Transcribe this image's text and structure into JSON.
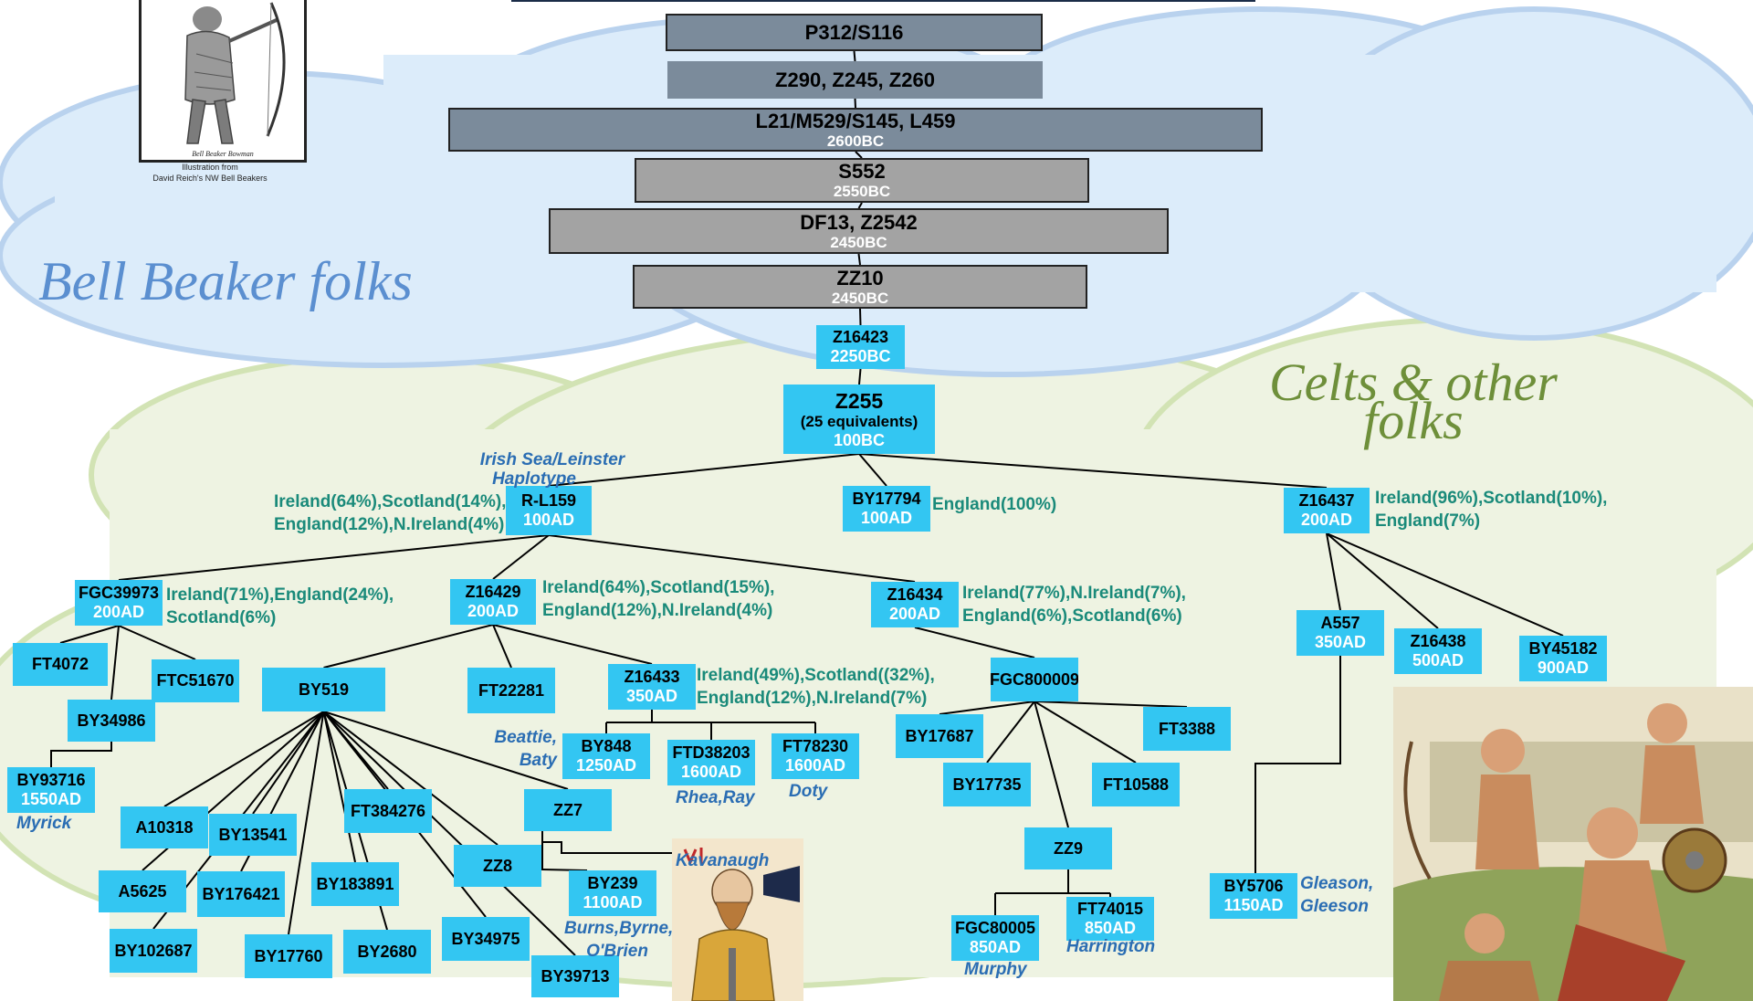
{
  "titles": {
    "bell_beaker": "Bell Beaker folks",
    "celts_line1": "Celts & other",
    "celts_line2": "folks"
  },
  "illustration": {
    "inset_label": "Bell Beaker Bowman",
    "caption_line1": "Illustration from",
    "caption_line2": "David Reich's NW Bell Beakers"
  },
  "colors": {
    "node_fill": "#33c6f2",
    "upper_node_fill": "#7b8b9b",
    "mid_node_fill": "#a3a3a3",
    "distribution_text": "#1a8a7a",
    "surname_text": "#2a6db3",
    "bell_beaker_cloud": "#dcecfa",
    "celts_cloud": "#eef3e2"
  },
  "nodes": {
    "p312": {
      "name": "P312/S116"
    },
    "z290": {
      "name": "Z290, Z245, Z260"
    },
    "l21": {
      "name": "L21/M529/S145, L459",
      "date": "2600BC"
    },
    "s552": {
      "name": "S552",
      "date": "2550BC"
    },
    "df13": {
      "name": "DF13, Z2542",
      "date": "2450BC"
    },
    "zz10": {
      "name": "ZZ10",
      "date": "2450BC"
    },
    "z16423": {
      "name": "Z16423",
      "date": "2250BC"
    },
    "z255": {
      "name": "Z255",
      "equiv": "(25 equivalents)",
      "date": "100BC"
    },
    "rl159": {
      "name": "R-L159",
      "date": "100AD"
    },
    "by17794": {
      "name": "BY17794",
      "date": "100AD"
    },
    "z16437": {
      "name": "Z16437",
      "date": "200AD"
    },
    "fgc39973": {
      "name": "FGC39973",
      "date": "200AD"
    },
    "z16429": {
      "name": "Z16429",
      "date": "200AD"
    },
    "z16434": {
      "name": "Z16434",
      "date": "200AD"
    },
    "a557": {
      "name": "A557",
      "date": "350AD"
    },
    "z16438": {
      "name": "Z16438",
      "date": "500AD"
    },
    "by45182": {
      "name": "BY45182",
      "date": "900AD"
    },
    "ft4072": {
      "name": "FT4072"
    },
    "ftc51670": {
      "name": "FTC51670"
    },
    "by34986": {
      "name": "BY34986"
    },
    "by93716": {
      "name": "BY93716",
      "date": "1550AD"
    },
    "by519": {
      "name": "BY519"
    },
    "ft22281": {
      "name": "FT22281"
    },
    "z16433": {
      "name": "Z16433",
      "date": "350AD"
    },
    "fgc800009": {
      "name": "FGC800009"
    },
    "by848": {
      "name": "BY848",
      "date": "1250AD"
    },
    "ftd38203": {
      "name": "FTD38203",
      "date": "1600AD"
    },
    "ft78230": {
      "name": "FT78230",
      "date": "1600AD"
    },
    "by17687": {
      "name": "BY17687"
    },
    "ft3388": {
      "name": "FT3388"
    },
    "by17735": {
      "name": "BY17735"
    },
    "ft10588": {
      "name": "FT10588"
    },
    "zz9": {
      "name": "ZZ9"
    },
    "fgc80005": {
      "name": "FGC80005",
      "date": "850AD"
    },
    "ft74015": {
      "name": "FT74015",
      "date": "850AD"
    },
    "a10318": {
      "name": "A10318"
    },
    "by13541": {
      "name": "BY13541"
    },
    "ft384276": {
      "name": "FT384276"
    },
    "zz7": {
      "name": "ZZ7"
    },
    "a5625": {
      "name": "A5625"
    },
    "by176421": {
      "name": "BY176421"
    },
    "by183891": {
      "name": "BY183891"
    },
    "zz8": {
      "name": "ZZ8"
    },
    "by239": {
      "name": "BY239",
      "date": "1100AD"
    },
    "by102687": {
      "name": "BY102687"
    },
    "by17760": {
      "name": "BY17760"
    },
    "by2680": {
      "name": "BY2680"
    },
    "by34975": {
      "name": "BY34975"
    },
    "by39713": {
      "name": "BY39713"
    },
    "by5706": {
      "name": "BY5706",
      "date": "1150AD"
    }
  },
  "distributions": {
    "rl159": {
      "line1": "Ireland(64%),Scotland(14%),",
      "line2": "England(12%),N.Ireland(4%)"
    },
    "by17794": {
      "line1": "England(100%)"
    },
    "z16437": {
      "line1": "Ireland(96%),Scotland(10%),",
      "line2": "England(7%)"
    },
    "fgc39973": {
      "line1": "Ireland(71%),England(24%),",
      "line2": "Scotland(6%)"
    },
    "z16429": {
      "line1": "Ireland(64%),Scotland(15%),",
      "line2": "England(12%),N.Ireland(4%)"
    },
    "z16434": {
      "line1": "Ireland(77%),N.Ireland(7%),",
      "line2": "England(6%),Scotland(6%)"
    },
    "z16433": {
      "line1": "Ireland(49%),Scotland((32%),",
      "line2": "England(12%),N.Ireland(7%)"
    }
  },
  "labels": {
    "haplotype_line1": "Irish Sea/Leinster",
    "haplotype_line2": "Haplotype",
    "beattie_line1": "Beattie,",
    "beattie_line2": "Baty",
    "rhea": "Rhea,Ray",
    "doty": "Doty",
    "myrick": "Myrick",
    "kavanaugh": "Kavanaugh",
    "burns_line1": "Burns,Byrne,",
    "burns_line2": "O'Brien",
    "murphy": "Murphy",
    "harrington": "Harrington",
    "gleason_line1": "Gleason,",
    "gleason_line2": "Gleeson"
  }
}
